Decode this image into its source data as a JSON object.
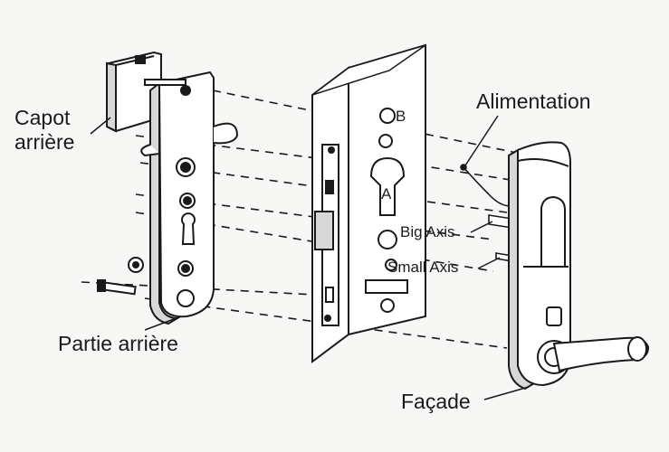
{
  "labels": {
    "capot_line1": "Capot",
    "capot_line2": "arrière",
    "partie_arriere": "Partie arrière",
    "alimentation": "Alimentation",
    "big_axis": "Big Axis",
    "small_axis": "Small Axis",
    "facade": "Façade",
    "door_marker_b": "B",
    "door_marker_a": "A"
  },
  "colors": {
    "line": "#1a1a1a",
    "fill_light": "#ffffff",
    "fill_shade": "#d8d8d8",
    "background": "#f7f7f5"
  }
}
